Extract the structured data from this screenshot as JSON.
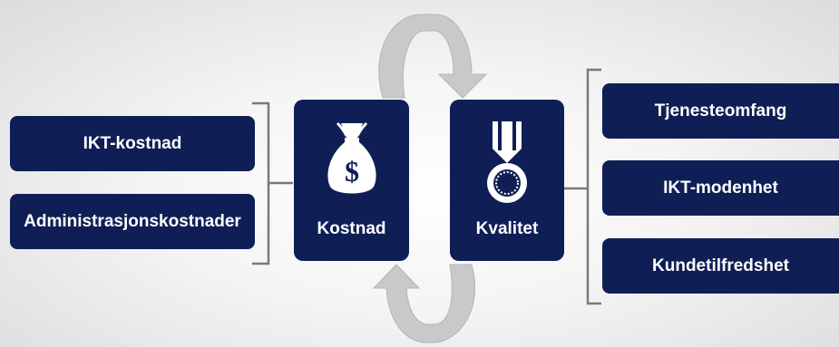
{
  "left_items": [
    "IKT-kostnad",
    "Administrasjonskostnader"
  ],
  "center": {
    "cost": {
      "label": "Kostnad",
      "icon": "money-bag-icon"
    },
    "quality": {
      "label": "Kvalitet",
      "icon": "medal-icon"
    }
  },
  "right_items": [
    "Tjenesteomfang",
    "IKT-modenhet",
    "Kundetilfredshet"
  ],
  "colors": {
    "navy": "#0f1f55",
    "bracket": "#7a7a7a",
    "arrow": "#c4c4c6"
  }
}
